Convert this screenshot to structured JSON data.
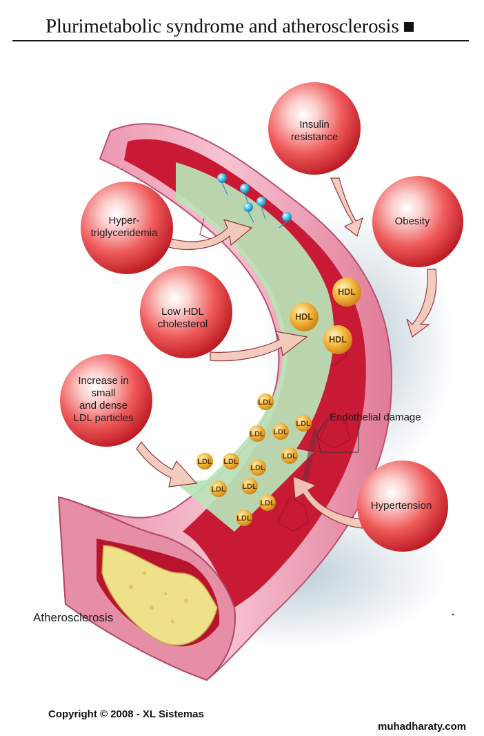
{
  "header": {
    "title": "Plurimetabolic syndrome and atherosclerosis"
  },
  "factors": {
    "insulin": [
      "Insulin",
      "resistance"
    ],
    "obesity": [
      "Obesity"
    ],
    "hypertg": [
      "Hyper-",
      "triglyceridemia"
    ],
    "lowhdl": [
      "Low HDL",
      "cholesterol"
    ],
    "smallldl": [
      "Increase in",
      "small",
      "and dense",
      "LDL particles"
    ],
    "hypertension": [
      "Hypertension"
    ]
  },
  "labels": {
    "endothelial": "Endothelial damage",
    "atherosclerosis": "Atherosclerosis"
  },
  "particles": {
    "hdl": "HDL",
    "ldl": "LDL"
  },
  "footer": {
    "copyright": "Copyright © 2008 - XL Sistemas",
    "source": "muhadharaty.com"
  },
  "colors": {
    "sphere": "#e8444a",
    "vessel_wall": "#f0a6bb",
    "lumen": "#c4122b",
    "flow_arrow": "#b9e4b9",
    "particle": "#f2b33a",
    "plaque": "#efe08a"
  }
}
